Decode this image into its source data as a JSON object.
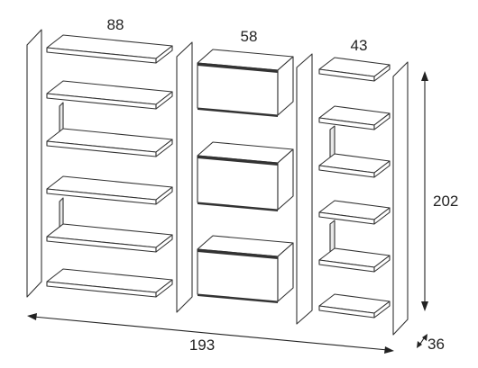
{
  "dimensions": {
    "width_col1": "88",
    "width_col2": "58",
    "width_col3": "43",
    "total_width": "193",
    "height": "202",
    "depth": "36"
  }
}
